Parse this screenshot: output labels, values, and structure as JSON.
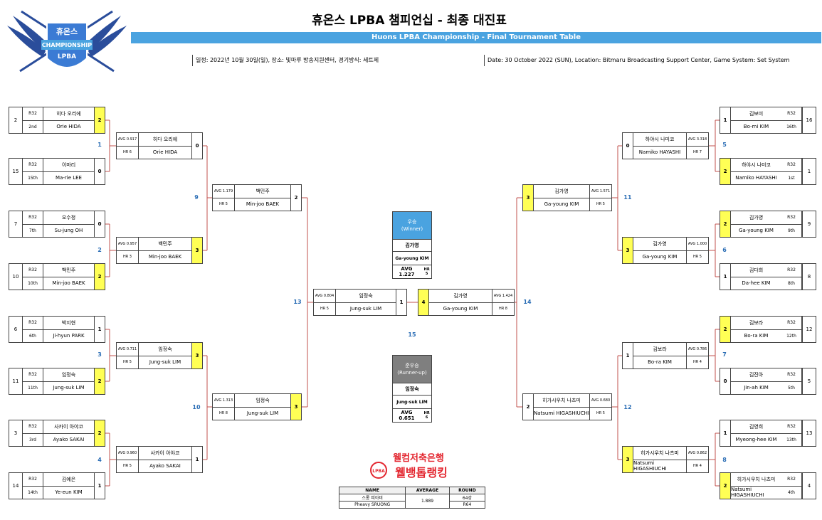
{
  "header": {
    "logo_text_top": "휴온스",
    "logo_text_mid": "CHAMPIONSHIP",
    "logo_text_bot": "LPBA",
    "title": "휴온스 LPBA 챔피언십 - 최종 대진표",
    "subtitle": "Huons LPBA Championship - Final Tournament Table",
    "info_kr": "일정: 2022년 10월 30일(일), 장소: 빛마루 방송지원센터, 경기방식: 세트제",
    "info_en": "Date: 30 October 2022 (SUN), Location: Bitmaru Broadcasting Support Center, Game System: Set System"
  },
  "r32": [
    {
      "side": "L",
      "seed": "2",
      "rank": "2nd",
      "kr": "히다 오리에",
      "en": "Orie HIDA",
      "score": "2",
      "win": true
    },
    {
      "side": "L",
      "seed": "15",
      "rank": "15th",
      "kr": "이마리",
      "en": "Ma-rie LEE",
      "score": "0",
      "win": false
    },
    {
      "side": "L",
      "seed": "7",
      "rank": "7th",
      "kr": "오수정",
      "en": "Su-jung OH",
      "score": "0",
      "win": false
    },
    {
      "side": "L",
      "seed": "10",
      "rank": "10th",
      "kr": "백민주",
      "en": "Min-joo BAEK",
      "score": "2",
      "win": true
    },
    {
      "side": "L",
      "seed": "6",
      "rank": "6th",
      "kr": "박지현",
      "en": "Ji-hyun PARK",
      "score": "1",
      "win": false
    },
    {
      "side": "L",
      "seed": "11",
      "rank": "11th",
      "kr": "임정숙",
      "en": "Jung-suk LIM",
      "score": "2",
      "win": true
    },
    {
      "side": "L",
      "seed": "3",
      "rank": "3rd",
      "kr": "사카이 아야코",
      "en": "Ayako SAKAI",
      "score": "2",
      "win": true
    },
    {
      "side": "L",
      "seed": "14",
      "rank": "14th",
      "kr": "김예은",
      "en": "Ye-eun KIM",
      "score": "1",
      "win": false
    },
    {
      "side": "R",
      "seed": "16",
      "rank": "16th",
      "kr": "김보미",
      "en": "Bo-mi KIM",
      "score": "1",
      "win": false
    },
    {
      "side": "R",
      "seed": "1",
      "rank": "1st",
      "kr": "하야시 나미코",
      "en": "Namiko HAYASHI",
      "score": "2",
      "win": true
    },
    {
      "side": "R",
      "seed": "9",
      "rank": "9th",
      "kr": "김가영",
      "en": "Ga-young KIM",
      "score": "2",
      "win": true
    },
    {
      "side": "R",
      "seed": "8",
      "rank": "8th",
      "kr": "김다희",
      "en": "Da-hee KIM",
      "score": "1",
      "win": false
    },
    {
      "side": "R",
      "seed": "12",
      "rank": "12th",
      "kr": "김보라",
      "en": "Bo-ra KIM",
      "score": "2",
      "win": true
    },
    {
      "side": "R",
      "seed": "5",
      "rank": "5th",
      "kr": "김진아",
      "en": "Jin-ah KIM",
      "score": "0",
      "win": false
    },
    {
      "side": "R",
      "seed": "13",
      "rank": "13th",
      "kr": "김영희",
      "en": "Myeong-hee KIM",
      "score": "1",
      "win": false
    },
    {
      "side": "R",
      "seed": "4",
      "rank": "4th",
      "kr": "히가시우치 나츠미",
      "en": "Natsumi HIGASHIUCHI",
      "score": "2",
      "win": true
    }
  ],
  "r32_label": "R32",
  "r16": [
    {
      "side": "L",
      "avg": "AVG 0.917",
      "hr": "HR 6",
      "kr": "히다 오리에",
      "en": "Orie HIDA",
      "score": "0",
      "win": false
    },
    {
      "side": "L",
      "avg": "AVG 0.957",
      "hr": "HR 3",
      "kr": "백민주",
      "en": "Min-joo BAEK",
      "score": "3",
      "win": true
    },
    {
      "side": "L",
      "avg": "AVG 0.711",
      "hr": "HR 5",
      "kr": "임정숙",
      "en": "Jung-suk LIM",
      "score": "3",
      "win": true
    },
    {
      "side": "L",
      "avg": "AVG 0.960",
      "hr": "HR 5",
      "kr": "사카이 아야코",
      "en": "Ayako SAKAI",
      "score": "1",
      "win": false
    },
    {
      "side": "R",
      "avg": "AVG 3.318",
      "hr": "HR 7",
      "kr": "하야시 나미코",
      "en": "Namiko HAYASHI",
      "score": "0",
      "win": false
    },
    {
      "side": "R",
      "avg": "AVG 1.000",
      "hr": "HR 5",
      "kr": "김가영",
      "en": "Ga-young KIM",
      "score": "3",
      "win": true
    },
    {
      "side": "R",
      "avg": "AVG 0.786",
      "hr": "HR 4",
      "kr": "김보라",
      "en": "Bo-ra KIM",
      "score": "1",
      "win": false
    },
    {
      "side": "R",
      "avg": "AVG 0.862",
      "hr": "HR 4",
      "kr": "히가시우치 나츠미",
      "en": "Natsumi HIGASHIUCHI",
      "score": "3",
      "win": true
    }
  ],
  "qf": [
    {
      "side": "L",
      "avg": "AVG 1.179",
      "hr": "HR 5",
      "kr": "백민주",
      "en": "Min-joo BAEK",
      "score": "2",
      "win": false
    },
    {
      "side": "L",
      "avg": "AVG 1.313",
      "hr": "HR 8",
      "kr": "임정숙",
      "en": "Jung-suk LIM",
      "score": "3",
      "win": true
    },
    {
      "side": "R",
      "avg": "AVG 1.571",
      "hr": "HR 5",
      "kr": "김가영",
      "en": "Ga-young KIM",
      "score": "3",
      "win": true
    },
    {
      "side": "R",
      "avg": "AVG 0.680",
      "hr": "HR 5",
      "kr": "히가시우치 나츠미",
      "en": "Natsumi HIGASHIUCHI",
      "score": "2",
      "win": false
    }
  ],
  "sf": [
    {
      "side": "L",
      "avg": "AVG 0.804",
      "hr": "HR 5",
      "kr": "임정숙",
      "en": "Jung-suk LIM",
      "score": "1",
      "win": false
    },
    {
      "side": "R",
      "avg": "AVG 1.424",
      "hr": "HR 8",
      "kr": "김가영",
      "en": "Ga-young KIM",
      "score": "4",
      "win": true
    }
  ],
  "match_numbers": [
    "1",
    "2",
    "3",
    "4",
    "5",
    "6",
    "7",
    "8",
    "9",
    "10",
    "11",
    "12",
    "13",
    "14",
    "15"
  ],
  "winner": {
    "head_kr": "우승",
    "head_en": "(Winner)",
    "kr": "김가영",
    "en": "Ga-young KIM",
    "avg": "AVG 1.227",
    "hr": "HR 5",
    "color": "#4aa3e0"
  },
  "runner": {
    "head_kr": "준우승",
    "head_en": "(Runner-up)",
    "kr": "임정숙",
    "en": "Jung-suk LIM",
    "avg": "AVG 0.651",
    "hr": "HR 6",
    "color": "#7f7f7f"
  },
  "sponsor": {
    "line1": "웰컴저축은행",
    "line2": "웰뱅톱랭킹",
    "badge": "LPBA"
  },
  "high_run": {
    "headers": [
      "NAME",
      "AVERAGE",
      "ROUND"
    ],
    "name_kr": "스롱 피아비",
    "name_en": "Pheavy SRUONG",
    "average": "1.889",
    "round_kr": "64강",
    "round_en": "R64"
  },
  "colors": {
    "accent": "#4aa3e0",
    "winner_cell": "#ffff55",
    "line": "#c0504d",
    "match_no": "#2a6db5"
  }
}
